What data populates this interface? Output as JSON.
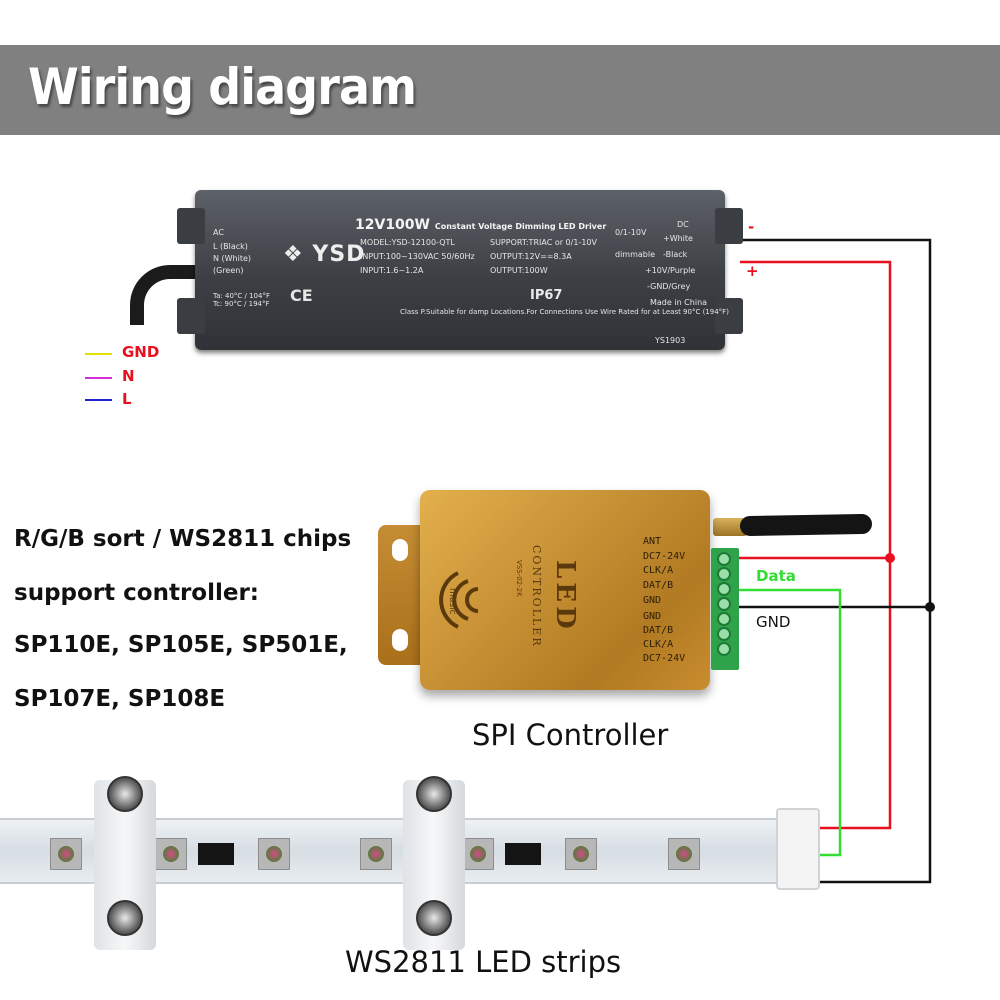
{
  "header": {
    "title": "Wiring diagram"
  },
  "driver": {
    "heading": "12V100W",
    "heading_sub": "Constant Voltage Dimming LED Driver",
    "brand": "YSD",
    "ac_label": "AC",
    "dc_label": "DC",
    "ac_terminals": [
      "L (Black)",
      "N (White)",
      "(Green)"
    ],
    "dc_terminals": [
      "+White",
      "-Black",
      "+10V/Purple",
      "-GND/Grey"
    ],
    "model": "MODEL:YSD-12100-QTL",
    "input_voltage": "INPUT:100~130VAC 50/60Hz",
    "input_current": "INPUT:1.6~1.2A",
    "support": "SUPPORT:TRIAC or 0/1-10V",
    "output_voltage": "OUTPUT:12V==8.3A",
    "output_power": "OUTPUT:100W",
    "dimmable": "dimmable",
    "dim_range": "0/1-10V",
    "temps": "Ta: 40°C / 104°F  Tc: 90°C / 194°F",
    "ce": "CE",
    "ip": "IP67",
    "made_in": "Made in China",
    "footnote": "Class P.Suitable for damp Locations.For Connections Use Wire Rated for at Least 90°C (194°F)",
    "serial": "YS1903"
  },
  "driver_wires": {
    "gnd": "GND",
    "n": "N",
    "l": "L",
    "minus": "-",
    "plus": "+"
  },
  "controller": {
    "name": "LED",
    "sub": "CONTROLLER",
    "model": "VSS-02-2K",
    "music": "music",
    "pins_top": [
      "ANT",
      "DC7-24V",
      "CLK/A",
      "DAT/B",
      "GND"
    ],
    "pins_bottom": [
      "GND",
      "DAT/B",
      "CLK/A",
      "DC7-24V"
    ],
    "caption": "SPI Controller"
  },
  "signals": {
    "data": "Data",
    "gnd": "GND"
  },
  "support_info": {
    "line1": "R/G/B sort / WS2811 chips",
    "line2": "support controller:",
    "line3": "SP110E, SP105E, SP501E,",
    "line4": "SP107E, SP108E"
  },
  "strip": {
    "caption": "WS2811 LED strips"
  },
  "colors": {
    "banner": "#808080",
    "wire_red": "#e8101e",
    "wire_black": "#111111",
    "wire_green": "#33dd33",
    "label_gnd": "#e3e000",
    "label_n": "#d62cd6",
    "label_l": "#2222cc",
    "label_red": "#e8101e",
    "controller_gold": "#c99236"
  }
}
